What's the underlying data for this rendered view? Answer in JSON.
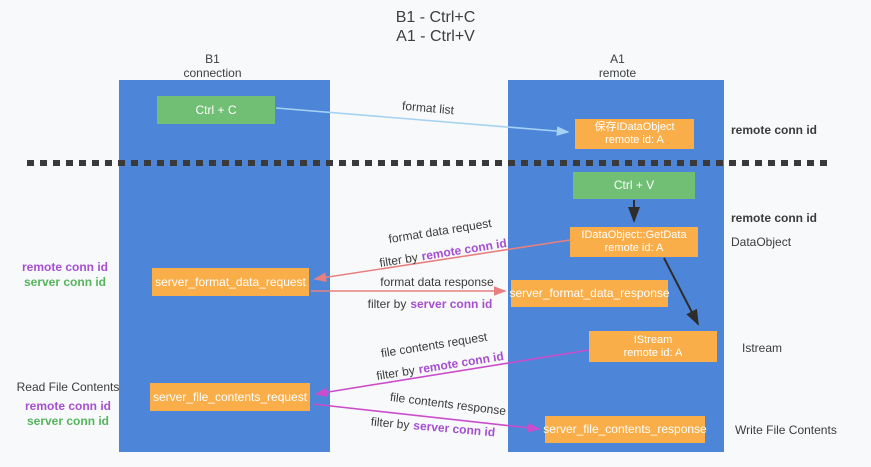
{
  "title": {
    "line1": "B1 - Ctrl+C",
    "line2": "A1 - Ctrl+V"
  },
  "lanes": {
    "b1": {
      "name": "B1",
      "sub": "connection"
    },
    "a1": {
      "name": "A1",
      "sub": "remote"
    }
  },
  "nodes": {
    "ctrl_c": {
      "label": "Ctrl + C"
    },
    "save_idataobject": {
      "line1": "保存IDataObject",
      "line2": "remote id: A"
    },
    "ctrl_v": {
      "label": "Ctrl + V"
    },
    "getdata": {
      "line1": "IDataObject::GetData",
      "line2": "remote id: A"
    },
    "server_format_data_request": {
      "label": "server_format_data_request"
    },
    "server_format_data_response": {
      "label": "server_format_data_response"
    },
    "istream": {
      "line1": "IStream",
      "line2": "remote id: A"
    },
    "server_file_contents_request": {
      "label": "server_file_contents_request"
    },
    "server_file_contents_response": {
      "label": "server_file_contents_response"
    }
  },
  "edges": {
    "format_list": {
      "label": "format list"
    },
    "format_data_request": {
      "label": "format data request",
      "filter_prefix": "filter by",
      "filter_key": "remote conn id"
    },
    "format_data_response": {
      "label": "format data response",
      "filter_prefix": "filter by",
      "filter_key": "server conn id"
    },
    "file_contents_request": {
      "label": "file contents request",
      "filter_prefix": "filter by",
      "filter_key": "remote conn id"
    },
    "file_contents_response": {
      "label": "file contents response",
      "filter_prefix": "filter by",
      "filter_key": "server conn id"
    }
  },
  "annotations": {
    "right_remote_conn_top": "remote conn id",
    "right_remote_conn_mid": "remote conn id",
    "right_dataobject": "DataObject",
    "right_istream": "Istream",
    "right_write_file": "Write File Contents",
    "left_remote_conn_top": "remote conn id",
    "left_server_conn_top": "server conn id",
    "left_read_file": "Read File Contents",
    "left_remote_conn_bottom": "remote conn id",
    "left_server_conn_bottom": "server conn id"
  },
  "colors": {
    "lane": "#4d86d8",
    "node_orange": "#f9ae49",
    "node_green": "#71bf74",
    "arrow_red": "#e88080",
    "arrow_magenta": "#cb4dcb",
    "arrow_blue": "#a5d2f3",
    "arrow_black": "#2d2d2d",
    "text_purple": "#a64fd2",
    "text_green": "#55b55c",
    "background": "#f8f9fa"
  }
}
